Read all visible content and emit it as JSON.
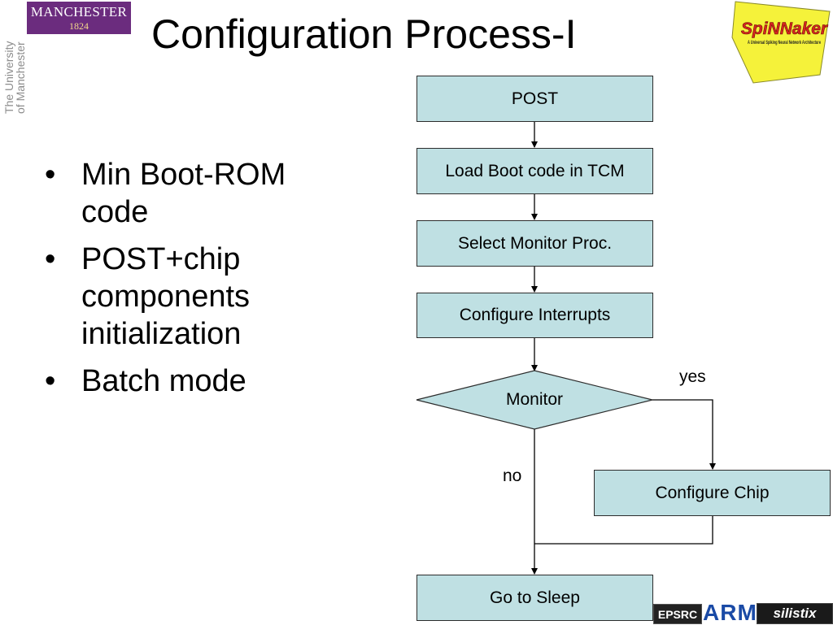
{
  "header": {
    "title": "Configuration Process-I",
    "manchester_logo": {
      "word": "MANCHESTER",
      "year": "1824"
    },
    "university_side_text": [
      "The University",
      "of Manchester"
    ],
    "spinnaker_logo": {
      "name": "SpiNNaker",
      "tagline": "A Universal Spiking Neural Network Architecture"
    }
  },
  "bullets": [
    "Min Boot-ROM code",
    "POST+chip components initialization",
    "Batch mode"
  ],
  "flowchart": {
    "steps": {
      "post": "POST",
      "load": "Load Boot code in TCM",
      "select": "Select Monitor Proc.",
      "interrupts": "Configure Interrupts",
      "decision": "Monitor",
      "configure_chip": "Configure Chip",
      "sleep": "Go to Sleep"
    },
    "edge_labels": {
      "yes": "yes",
      "no": "no"
    }
  },
  "footer_logos": {
    "epsrc": "EPSRC",
    "arm": "ARM",
    "silistix": "silistix"
  },
  "colors": {
    "box_fill": "#bfe0e3",
    "manchester_purple": "#6b2c7e",
    "spinnaker_yellow": "#f5f23a",
    "spinnaker_red": "#d7261f"
  }
}
